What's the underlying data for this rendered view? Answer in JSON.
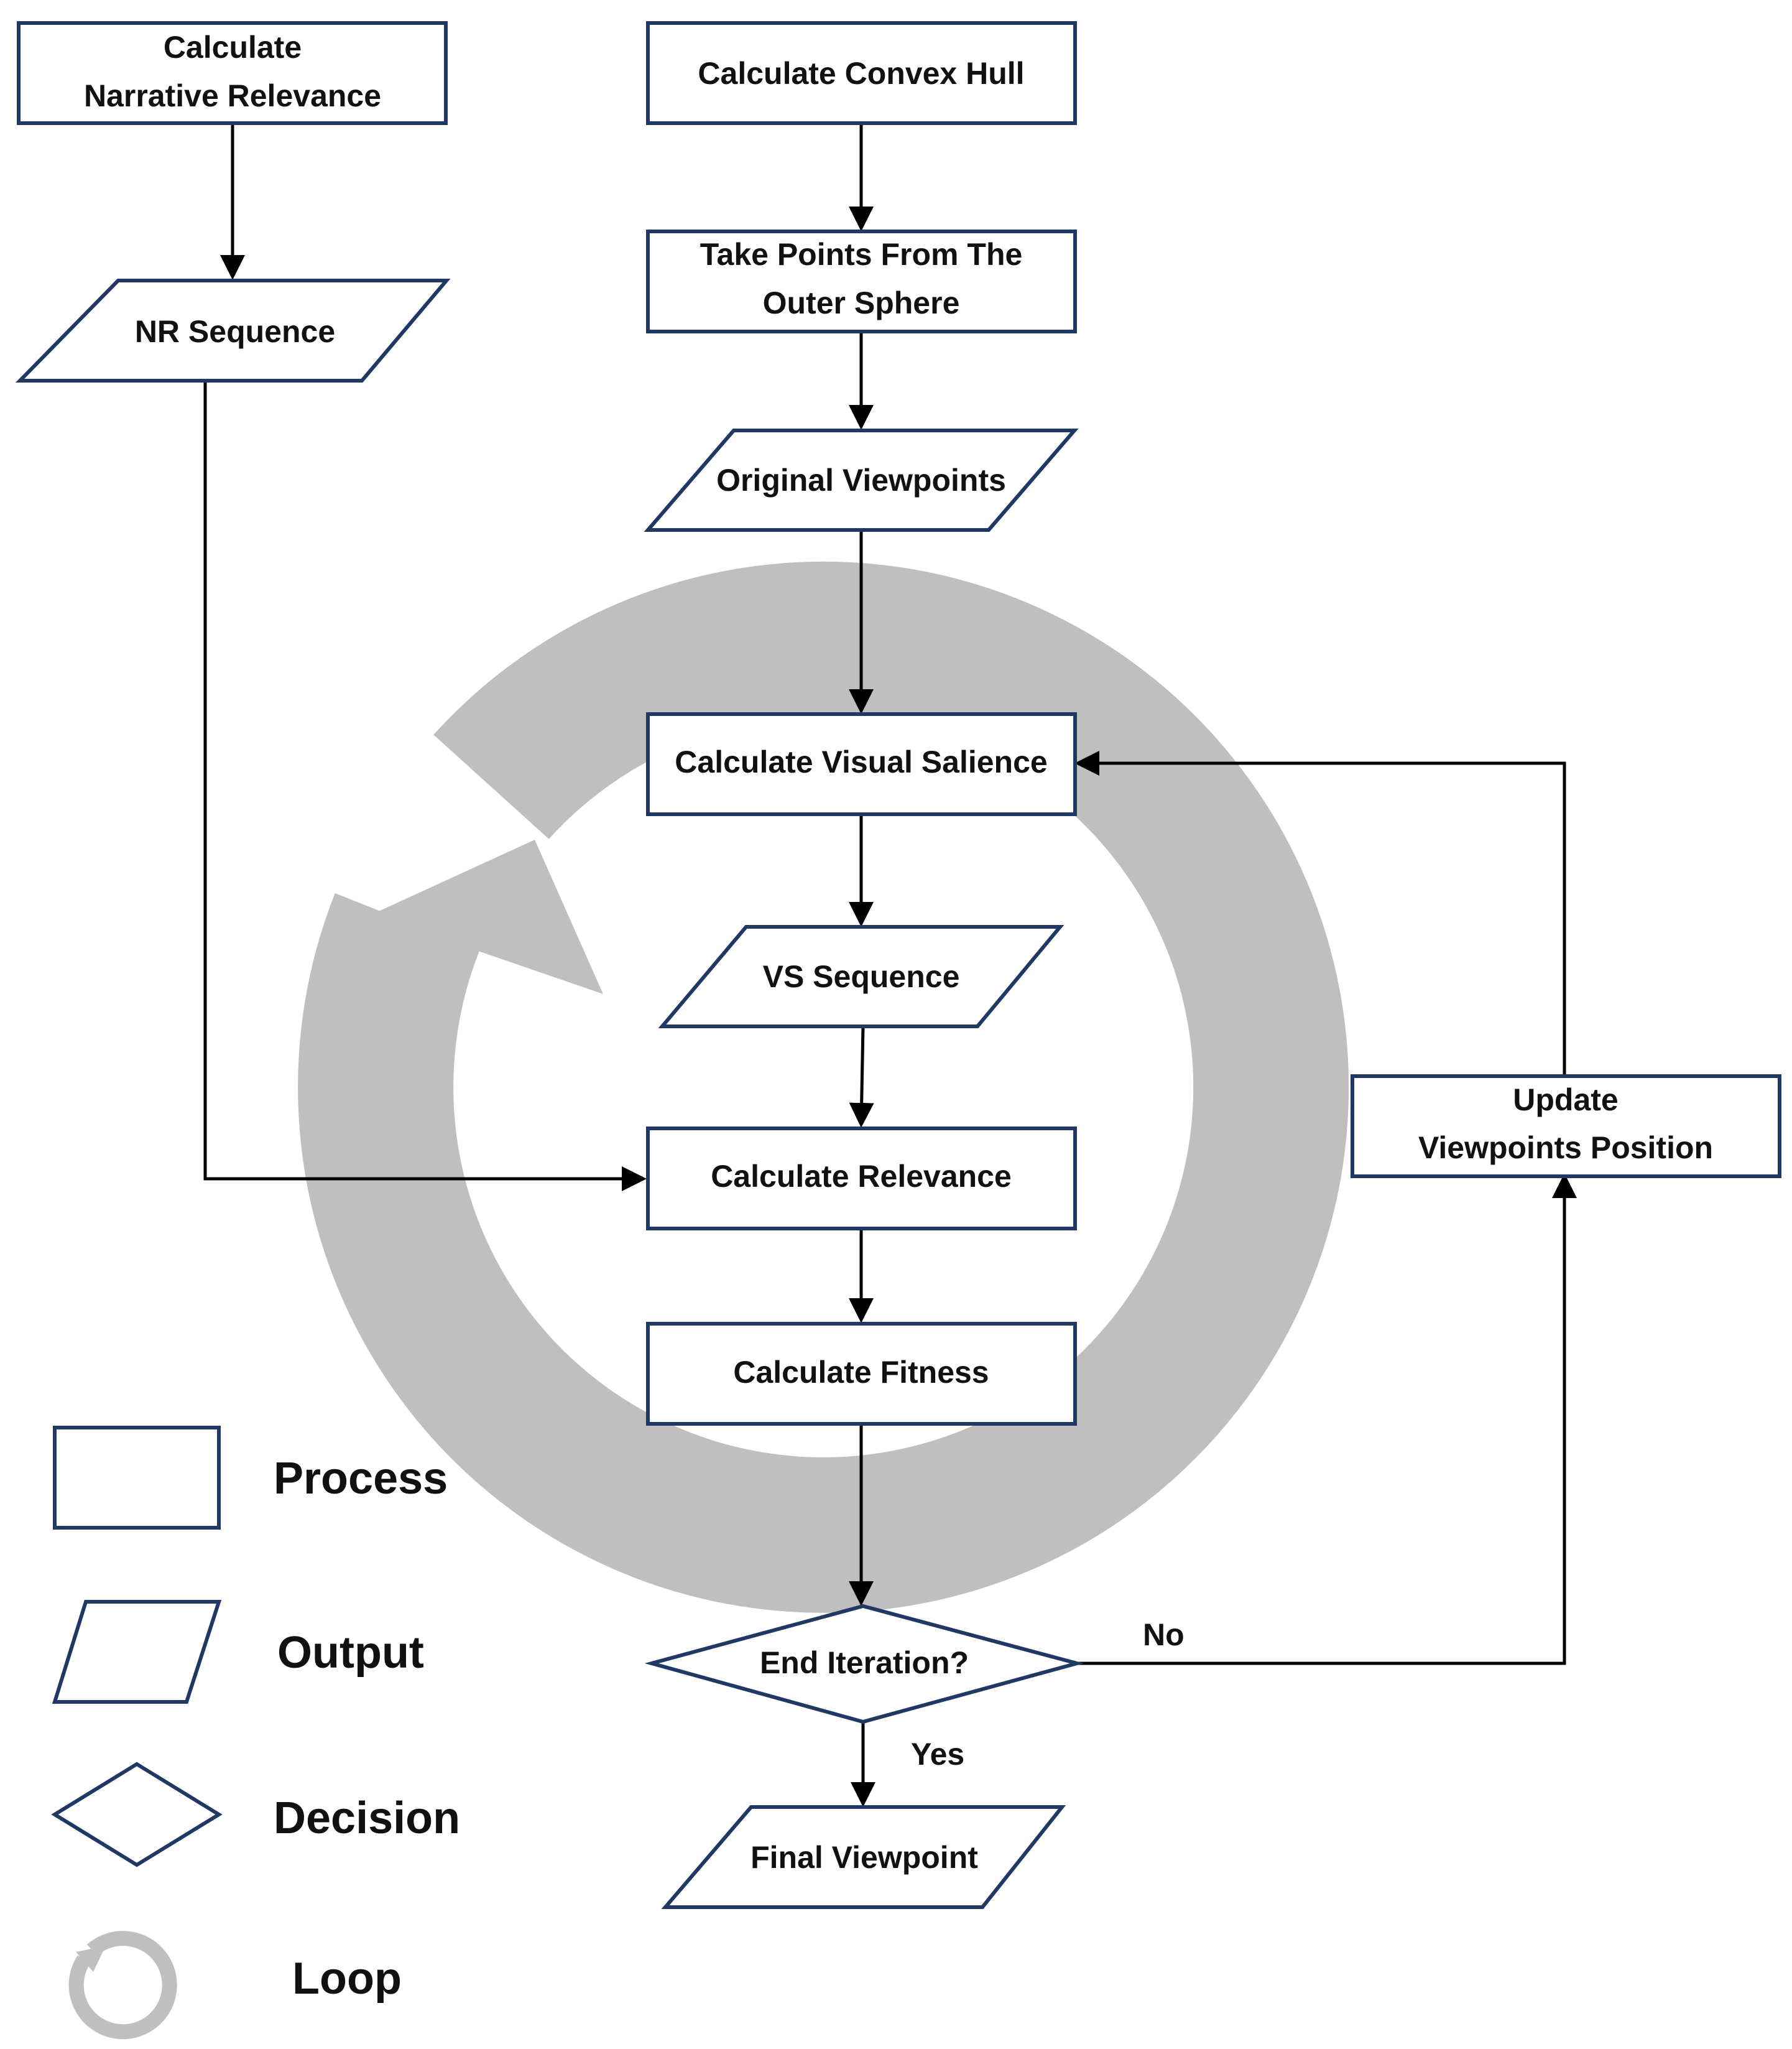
{
  "nodes": {
    "calc_narrative": [
      "Calculate",
      "Narrative Relevance"
    ],
    "nr_sequence": "NR Sequence",
    "calc_convex_hull": "Calculate Convex Hull",
    "take_points": [
      "Take Points From The",
      "Outer Sphere"
    ],
    "original_viewpoints": "Original Viewpoints",
    "calc_visual_salience": "Calculate Visual Salience",
    "vs_sequence": "VS Sequence",
    "calc_relevance": "Calculate Relevance",
    "calc_fitness": "Calculate Fitness",
    "end_iteration": "End Iteration?",
    "final_viewpoint": "Final Viewpoint",
    "update_viewpoints": [
      "Update",
      "Viewpoints Position"
    ]
  },
  "edge_labels": {
    "no": "No",
    "yes": "Yes"
  },
  "legend": {
    "process": "Process",
    "output": "Output",
    "decision": "Decision",
    "loop": "Loop"
  },
  "colors": {
    "shape_stroke": "#1f3864",
    "loop_gray": "#bfbfbf",
    "edge": "#000000"
  }
}
